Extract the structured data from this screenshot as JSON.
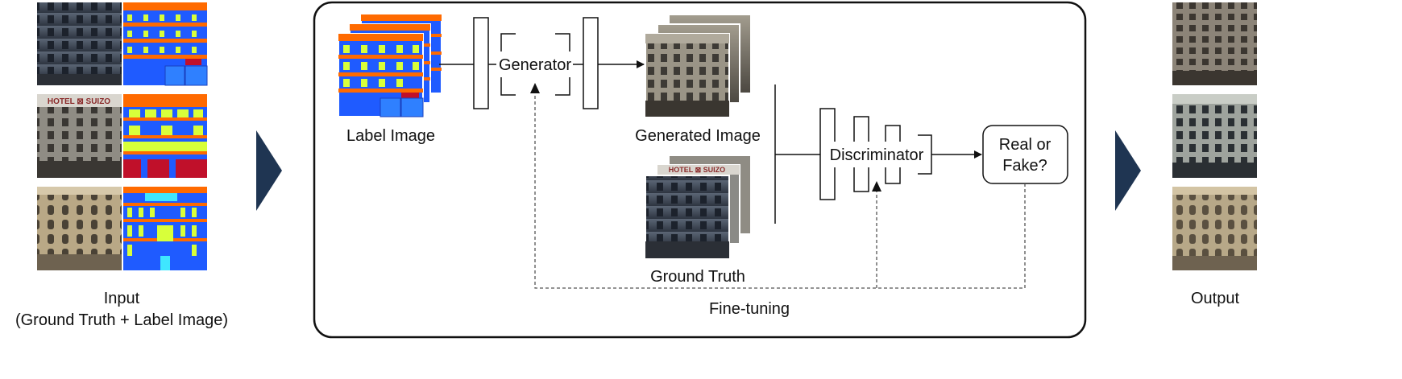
{
  "labels": {
    "input_line1": "Input",
    "input_line2": "(Ground Truth + Label Image)",
    "output": "Output",
    "label_image": "Label Image",
    "generator": "Generator",
    "generated_image": "Generated Image",
    "ground_truth": "Ground Truth",
    "discriminator": "Discriminator",
    "real_or_fake_line1": "Real or",
    "real_or_fake_line2": "Fake?",
    "fine_tuning": "Fine-tuning"
  },
  "sign_text": "HOTEL ⊠ SUIZO",
  "colors": {
    "arrow_navy": "#1f3552",
    "label_blue": "#1f5bff",
    "label_orange": "#ff6a00",
    "label_yellow": "#d8ff3a",
    "label_red": "#c0102a",
    "label_cyan": "#3fe6ff",
    "line": "#111111",
    "dashed": "#555555"
  }
}
